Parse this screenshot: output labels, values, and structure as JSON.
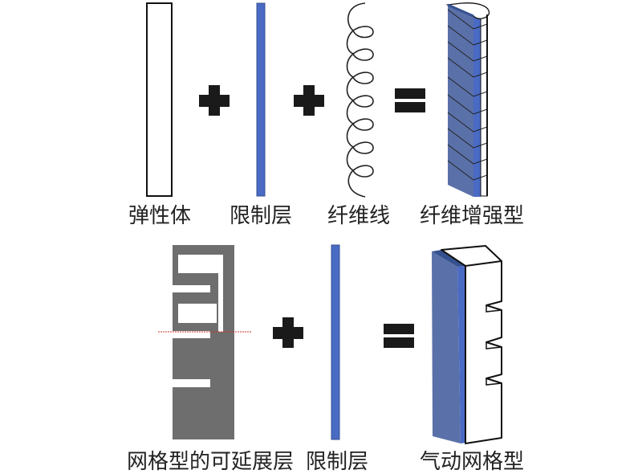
{
  "labels": {
    "elastomer": "弹性体",
    "limit_layer_1": "限制层",
    "fiber": "纤维线",
    "fiber_reinforced": "纤维增强型",
    "mesh_layer": "网格型的可延展层",
    "limit_layer_2": "限制层",
    "pneunet": "气动网格型"
  },
  "colors": {
    "blue": "#4a6bc4",
    "blue_dark": "#5a70a8",
    "gray": "#6e6e6e",
    "black": "#1a1a1a"
  }
}
